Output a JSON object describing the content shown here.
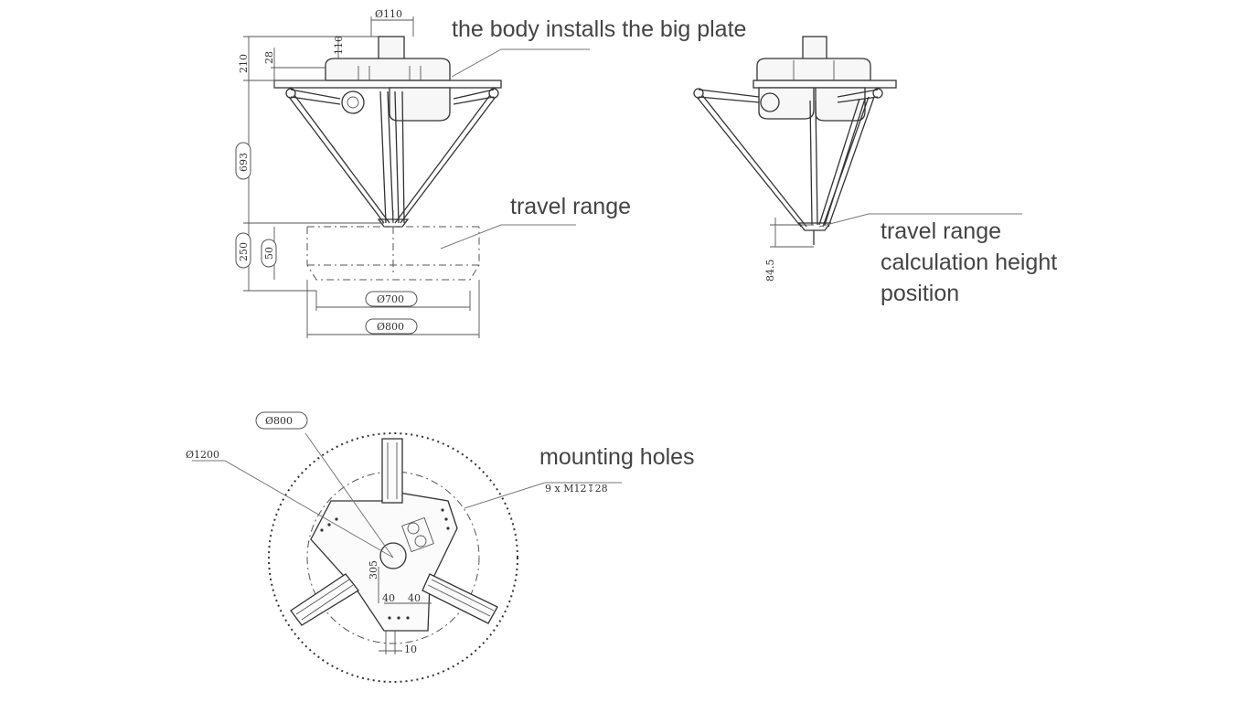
{
  "labels": {
    "body_plate": "the body installs the big plate",
    "travel_range": "travel range",
    "calc_height_line1": "travel range",
    "calc_height_line2": "calculation height",
    "calc_height_line3": "position",
    "mounting_holes": "mounting holes",
    "hole_spec": "9 x M12↧28"
  },
  "front_view_dims": {
    "d110_top": "Ø110",
    "d110_side": "110",
    "h210": "210",
    "h28": "28",
    "h693": "693",
    "h250": "250",
    "h50": "50",
    "d700": "Ø700",
    "d800": "Ø800"
  },
  "side_view_dims": {
    "h84_5": "84.5"
  },
  "top_view_dims": {
    "d800": "Ø800",
    "d1200": "Ø1200",
    "l305": "305",
    "l40a": "40",
    "l40b": "40",
    "l10": "10"
  }
}
